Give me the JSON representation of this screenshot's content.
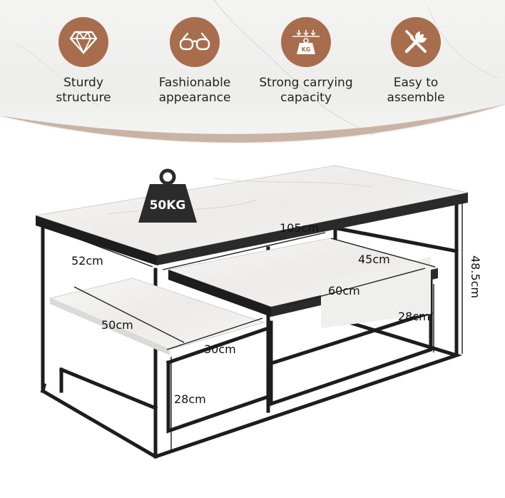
{
  "features": [
    {
      "icon": "diamond-icon",
      "label": "Sturdy\nstructure"
    },
    {
      "icon": "glasses-icon",
      "label": "Fashionable\nappearance"
    },
    {
      "icon": "weight-kg-icon",
      "label": "Strong carrying\ncapacity",
      "badge_text": "KG"
    },
    {
      "icon": "tools-icon",
      "label": "Easy to\nassemble"
    }
  ],
  "colors": {
    "accent": "#a86d4c",
    "frame": "#1d1d1d",
    "marble": "#f1f1f0"
  },
  "product": {
    "load_label": "50KG",
    "dimensions": {
      "table_length": "105cm",
      "table_depth": "52cm",
      "table_height": "48.5cm",
      "left_shelf_width": "50cm",
      "left_shelf_depth": "30cm",
      "left_shelf_height": "28cm",
      "side_table_length": "60cm",
      "side_table_depth": "45cm",
      "side_table_height": "28cm"
    }
  }
}
